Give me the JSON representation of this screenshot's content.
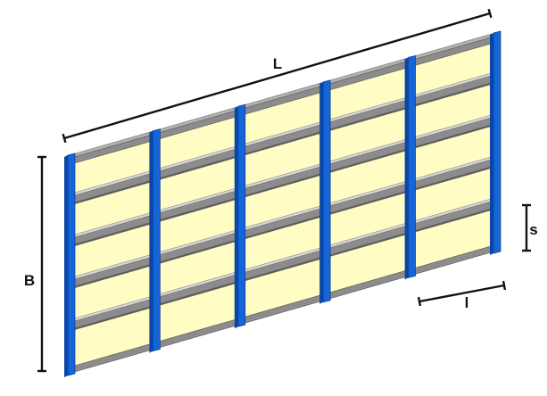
{
  "diagram": {
    "labels": {
      "length": "L",
      "breadth": "B",
      "stiffener_spacing": "s",
      "frame_spacing": "l"
    },
    "counts": {
      "panels": 5,
      "stiffeners": 4
    },
    "colors": {
      "plate_fill": "#fffdc4",
      "stiffener_web": "#8c8c8c",
      "stiffener_flange_top": "#d6d6d6",
      "stiffener_flange_bottom": "#5e5e5e",
      "frame_web": "#1565d8",
      "frame_flange": "#0b46a6",
      "edge_top": "#b0b0b0",
      "dimension_line": "#111111"
    }
  }
}
